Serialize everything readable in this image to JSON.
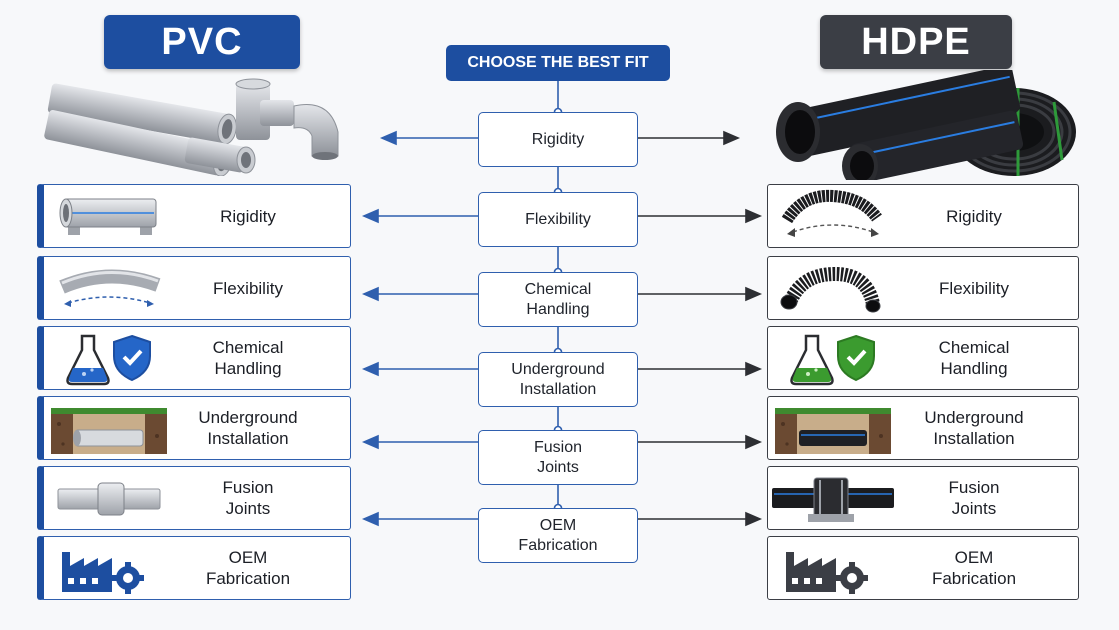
{
  "header": {
    "left_title": "PVC",
    "right_title": "HDPE",
    "center_title": "CHOOSE THE BEST FIT"
  },
  "criteria": [
    "Rigidity",
    "Flexibility",
    "Chemical\nHandling",
    "Underground\nInstallation",
    "Fusion\nJoints",
    "OEM\nFabrication"
  ],
  "pvc_rows": [
    {
      "label": "Rigidity",
      "icon": "straight-pvc-pipe-icon"
    },
    {
      "label": "Flexibility",
      "icon": "bent-pvc-pipe-icon"
    },
    {
      "label": "Chemical\nHandling",
      "icon": "flask-shield-icon"
    },
    {
      "label": "Underground\nInstallation",
      "icon": "buried-pipe-icon"
    },
    {
      "label": "Fusion\nJoints",
      "icon": "pipe-coupling-icon"
    },
    {
      "label": "OEM\nFabrication",
      "icon": "factory-gear-icon"
    }
  ],
  "hdpe_rows": [
    {
      "label": "Rigidity",
      "icon": "flexible-hose-icon"
    },
    {
      "label": "Flexibility",
      "icon": "corrugated-hose-icon"
    },
    {
      "label": "Chemical\nHandling",
      "icon": "flask-shield-icon"
    },
    {
      "label": "Underground\nInstallation",
      "icon": "buried-pipe-icon"
    },
    {
      "label": "Fusion\nJoints",
      "icon": "fusion-clamp-icon"
    },
    {
      "label": "OEM\nFabrication",
      "icon": "factory-gear-icon"
    }
  ],
  "colors": {
    "pvc_blue": "#1d4ea0",
    "hdpe_dark": "#3b3e45",
    "pvc_gray": "#b9bcc2",
    "hdpe_black": "#1b1c1f",
    "hdpe_stripe": "#2a7de1",
    "chem_blue": "#2566c8",
    "chem_green": "#3b9b2f",
    "arrow_left": "#2f5fae",
    "arrow_right": "#2d2f33"
  }
}
